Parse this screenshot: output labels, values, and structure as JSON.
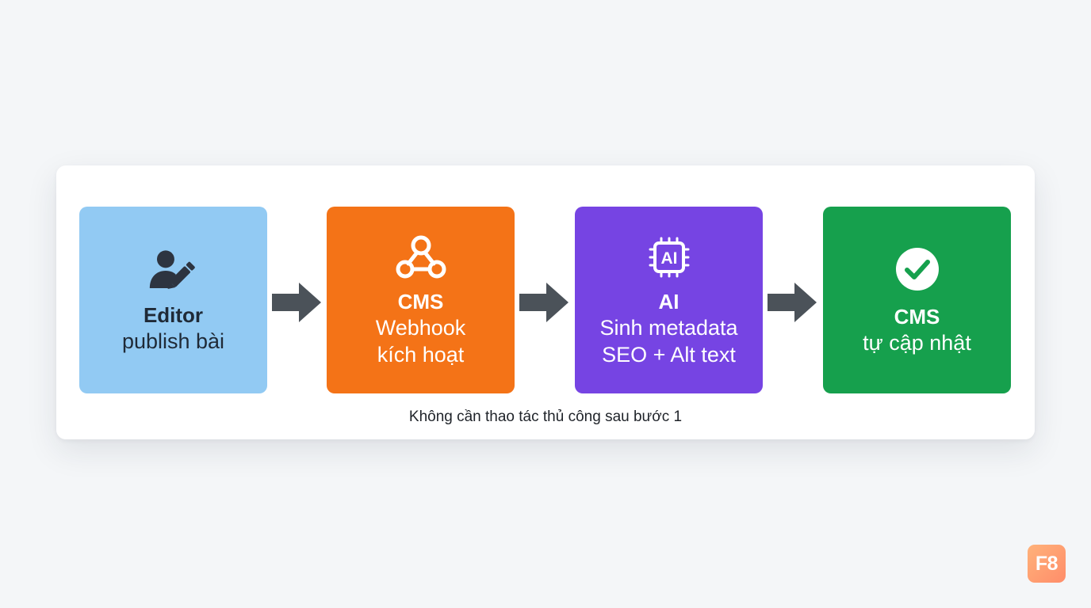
{
  "steps": [
    {
      "icon": "user-edit-icon",
      "title": "Editor",
      "desc_lines": [
        "publish bài"
      ]
    },
    {
      "icon": "webhook-icon",
      "title": "CMS",
      "desc_lines": [
        "Webhook",
        "kích hoạt"
      ]
    },
    {
      "icon": "ai-chip-icon",
      "icon_text": "AI",
      "title": "AI",
      "desc_lines": [
        "Sinh metadata",
        "SEO + Alt text"
      ]
    },
    {
      "icon": "check-circle-icon",
      "title": "CMS",
      "desc_lines": [
        "tự cập nhật"
      ]
    }
  ],
  "arrows": [
    "arrow-right-icon",
    "arrow-right-icon",
    "arrow-right-icon"
  ],
  "footnote": "Không cần thao tác thủ công sau bước 1",
  "logo": {
    "text": "F8"
  },
  "colors": {
    "background": "#f4f6f8",
    "step_1": "#92caf3",
    "step_2": "#f47317",
    "step_3": "#7644e3",
    "step_4": "#16a04d",
    "arrow": "#4b5259",
    "logo": "#ff9f72"
  }
}
